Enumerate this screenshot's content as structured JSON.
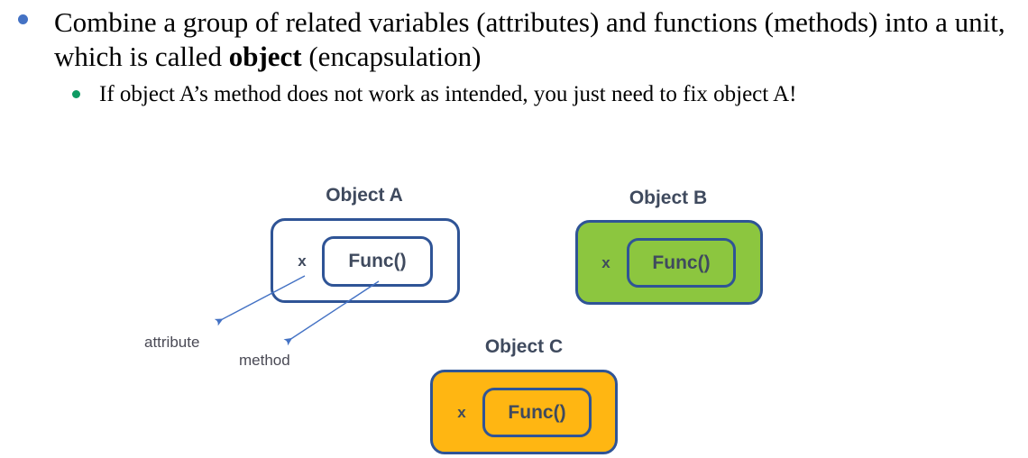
{
  "slide": {
    "bullets": [
      {
        "level": 1,
        "bullet_color": "#4472C4",
        "text_before": "Combine a group of related variables (attributes) and functions (methods) into a unit, which is called ",
        "text_bold": "object",
        "text_after": " (encapsulation)"
      },
      {
        "level": 2,
        "bullet_color": "#0E9B63",
        "text": "If object A’s method does not work as intended, you just need to fix object A!"
      }
    ]
  },
  "diagram": {
    "objects": [
      {
        "id": "a",
        "title": "Object A",
        "attribute_label": "x",
        "method_label": "Func()",
        "fill": "#FFFFFF",
        "border": "#2F5496"
      },
      {
        "id": "b",
        "title": "Object B",
        "attribute_label": "x",
        "method_label": "Func()",
        "fill": "#8CC63F",
        "border": "#2F5496"
      },
      {
        "id": "c",
        "title": "Object C",
        "attribute_label": "x",
        "method_label": "Func()",
        "fill": "#FFB612",
        "border": "#2F5496"
      }
    ],
    "annotations": [
      {
        "id": "attribute",
        "label": "attribute",
        "points_to": "x"
      },
      {
        "id": "method",
        "label": "method",
        "points_to": "Func()"
      }
    ],
    "arrow_color": "#4472C4"
  }
}
